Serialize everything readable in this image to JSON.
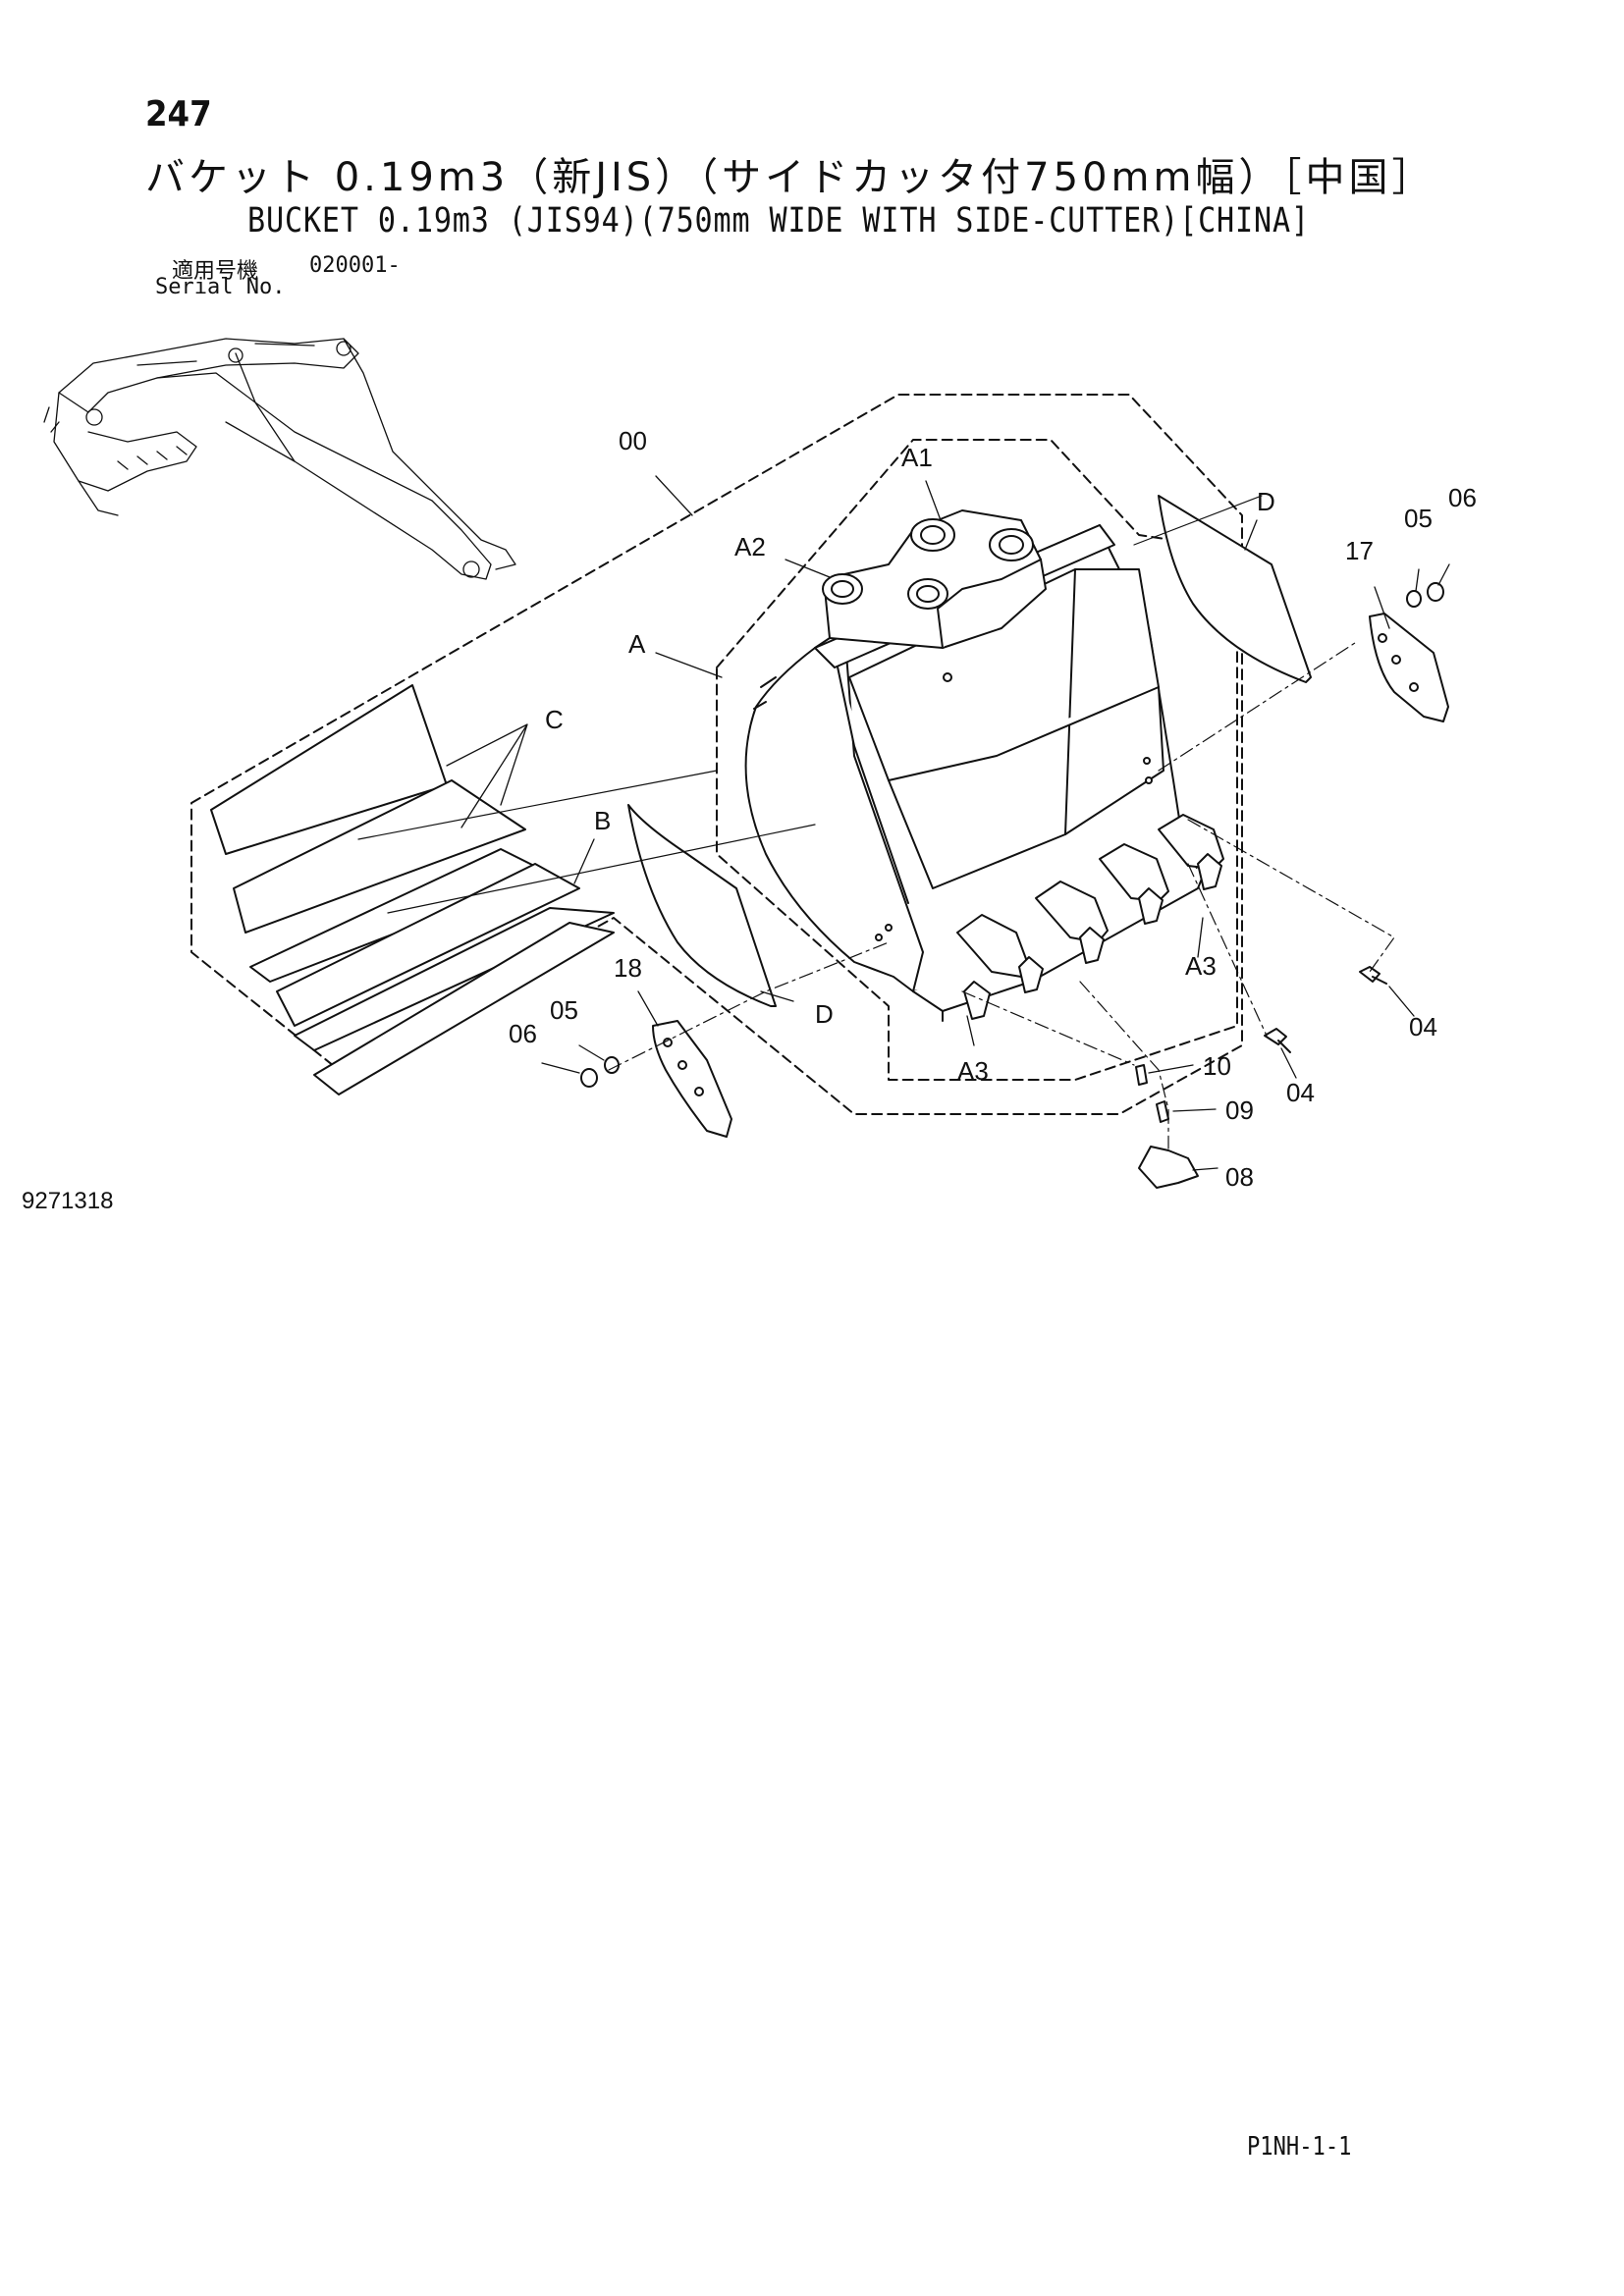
{
  "page_number": "247",
  "title_ja": "バケット 0.19m3（新JIS）（サイドカッタ付750mm幅）［中国］",
  "title_en": "BUCKET 0.19m3 (JIS94)(750mm WIDE WITH SIDE-CUTTER)[CHINA]",
  "serial": {
    "label_ja": "適用号機",
    "label_en": "Serial No.",
    "range": "020001-"
  },
  "callouts": {
    "c00": "00",
    "cA": "A",
    "cA1": "A1",
    "cA2": "A2",
    "cA3a": "A3",
    "cA3b": "A3",
    "cB": "B",
    "cC": "C",
    "cDtop": "D",
    "cDbot": "D",
    "c04a": "04",
    "c04b": "04",
    "c05a": "05",
    "c05b": "05",
    "c06a": "06",
    "c06b": "06",
    "c08": "08",
    "c09": "09",
    "c10": "10",
    "c17": "17",
    "c18": "18"
  },
  "drawing_number": "9271318",
  "page_code": "P1NH-1-1"
}
